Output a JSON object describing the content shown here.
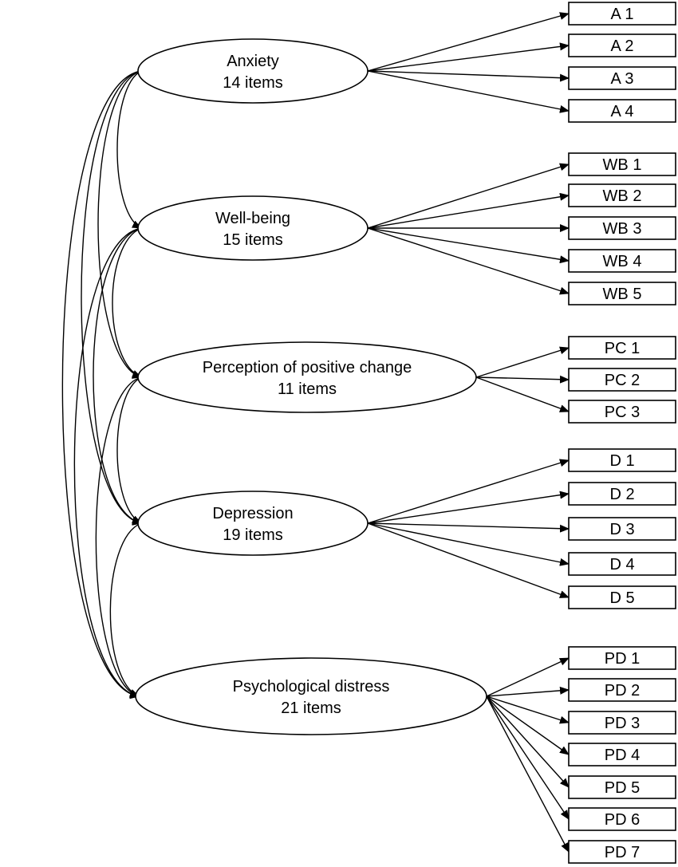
{
  "factors": [
    {
      "name": "Anxiety",
      "items_label": "14 items",
      "indicators": [
        "A 1",
        "A 2",
        "A 3",
        "A 4"
      ]
    },
    {
      "name": "Well-being",
      "items_label": "15 items",
      "indicators": [
        "WB 1",
        "WB 2",
        "WB 3",
        "WB 4",
        "WB 5"
      ]
    },
    {
      "name": "Perception of positive change",
      "items_label": "11 items",
      "indicators": [
        "PC 1",
        "PC 2",
        "PC 3"
      ]
    },
    {
      "name": "Depression",
      "items_label": "19 items",
      "indicators": [
        "D 1",
        "D 2",
        "D 3",
        "D 4",
        "D 5"
      ]
    },
    {
      "name": "Psychological distress",
      "items_label": "21 items",
      "indicators": [
        "PD 1",
        "PD 2",
        "PD 3",
        "PD 4",
        "PD 5",
        "PD 6",
        "PD 7"
      ]
    }
  ],
  "correlations": [
    [
      0,
      1
    ],
    [
      0,
      2
    ],
    [
      0,
      3
    ],
    [
      0,
      4
    ],
    [
      1,
      2
    ],
    [
      1,
      3
    ],
    [
      1,
      4
    ],
    [
      2,
      3
    ],
    [
      2,
      4
    ],
    [
      3,
      4
    ]
  ]
}
